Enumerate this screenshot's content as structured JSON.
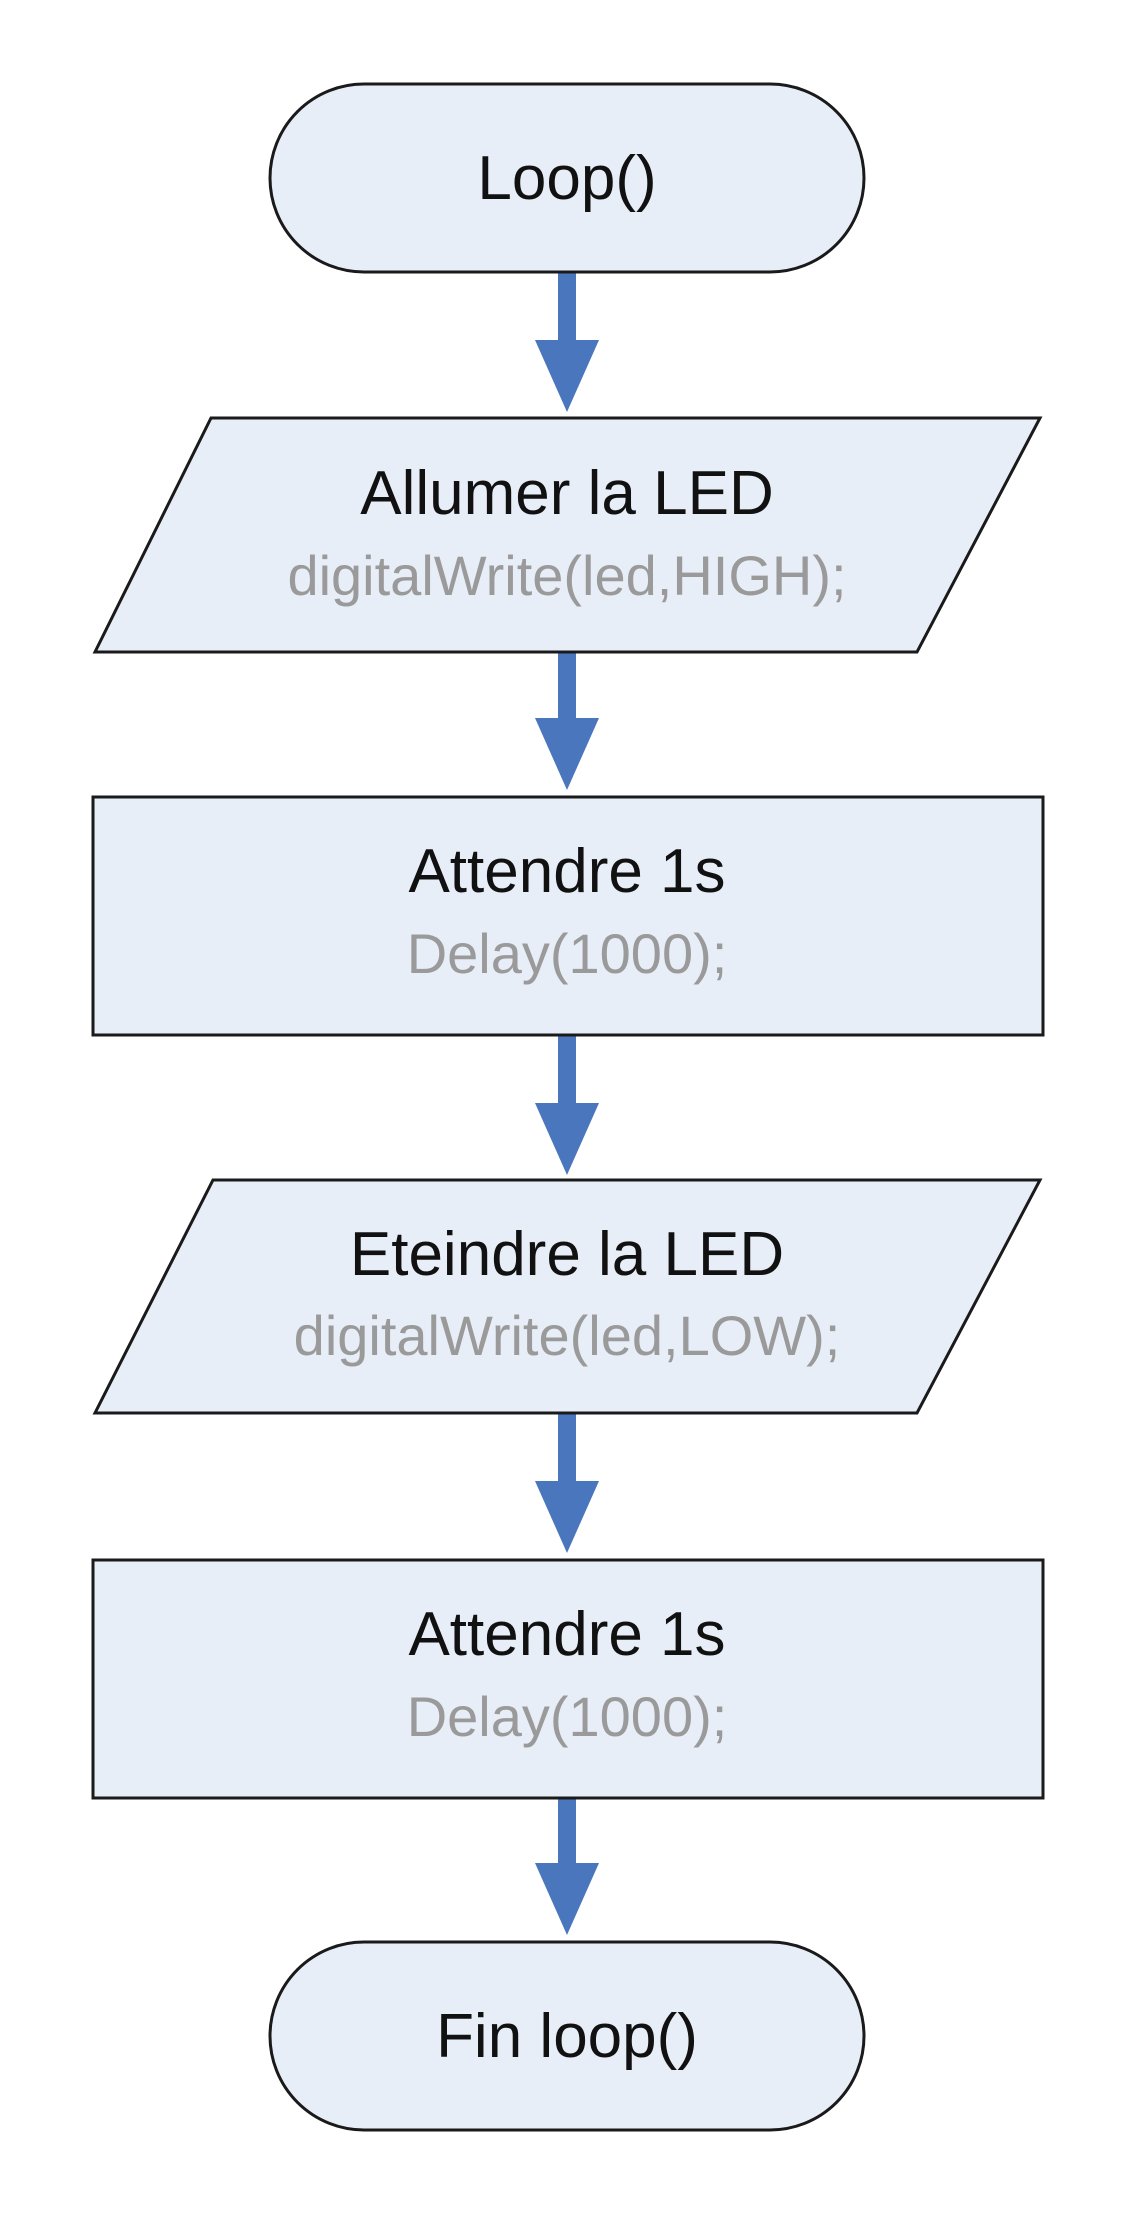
{
  "colors": {
    "shape_fill": "#e8eef8",
    "shape_stroke": "#1a1a1a",
    "arrow": "#4a76bd",
    "label_text": "#111111",
    "code_text": "#9a9a9a"
  },
  "steps": [
    {
      "shape": "terminator",
      "label": "Loop()"
    },
    {
      "shape": "io",
      "label": "Allumer la LED",
      "code": "digitalWrite(led,HIGH);"
    },
    {
      "shape": "process",
      "label": "Attendre 1s",
      "code": "Delay(1000);"
    },
    {
      "shape": "io",
      "label": "Eteindre la LED",
      "code": "digitalWrite(led,LOW);"
    },
    {
      "shape": "process",
      "label": "Attendre 1s",
      "code": "Delay(1000);"
    },
    {
      "shape": "terminator",
      "label": "Fin loop()"
    }
  ]
}
